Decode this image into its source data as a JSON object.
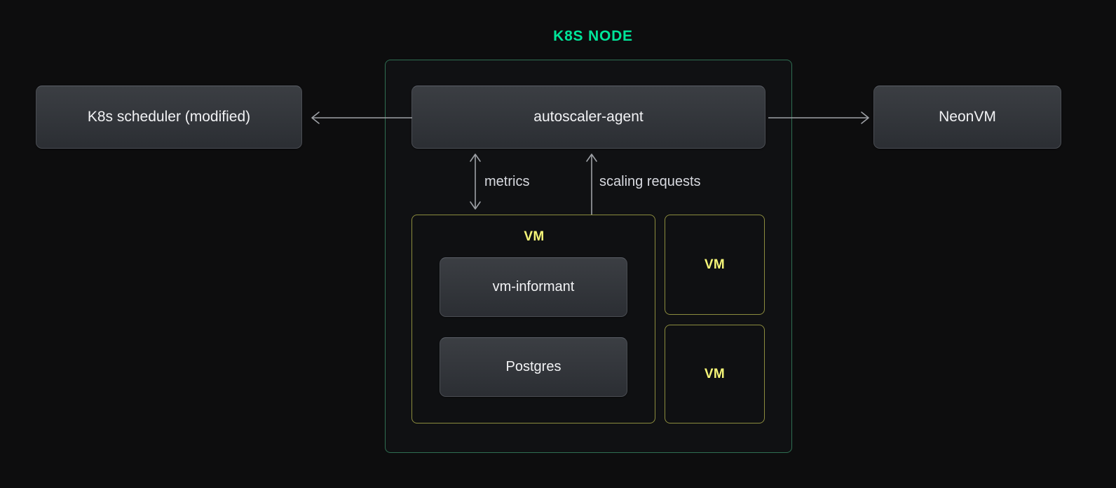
{
  "diagram": {
    "title": "K8S NODE",
    "background_color": "#0d0d0e",
    "accent_green": "#00e599",
    "node_border_color": "#2f6f52",
    "vm_border_color": "#8c8c3e",
    "vm_label_color": "#f6f678",
    "arrow_color": "#9ea1a6",
    "text_color": "#f2f3f5"
  },
  "external": {
    "scheduler_label": "K8s scheduler (modified)",
    "neonvm_label": "NeonVM"
  },
  "node": {
    "agent_label": "autoscaler-agent"
  },
  "arrows": {
    "to_scheduler": {
      "direction": "left",
      "from": "autoscaler-agent",
      "to": "K8s scheduler (modified)"
    },
    "to_neonvm": {
      "direction": "right",
      "from": "autoscaler-agent",
      "to": "NeonVM"
    },
    "metrics": {
      "label": "metrics",
      "direction": "bidirectional"
    },
    "scaling_requests": {
      "label": "scaling requests",
      "direction": "bidirectional"
    }
  },
  "vms": {
    "main": {
      "label": "VM",
      "components": [
        {
          "label": "vm-informant"
        },
        {
          "label": "Postgres"
        }
      ]
    },
    "others": [
      {
        "label": "VM"
      },
      {
        "label": "VM"
      }
    ]
  }
}
